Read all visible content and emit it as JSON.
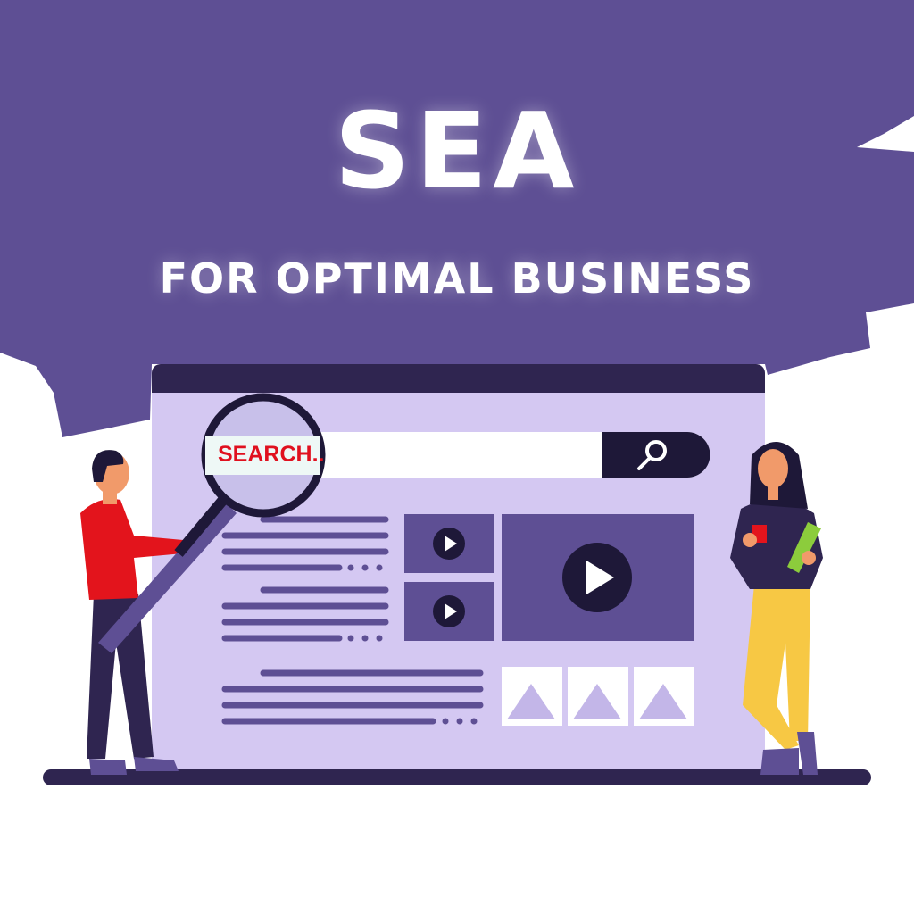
{
  "headline": "SEA",
  "subheadline": "FOR OPTIMAL BUSINESS",
  "search_bar": {
    "text": "SEARCH..",
    "button_icon": "search-icon"
  },
  "colors": {
    "brand_purple": "#5e4f94",
    "dark_purple": "#2f2550",
    "panel_lavender": "#d4c8f2",
    "search_text_red": "#e0101e",
    "shirt_red": "#e3141c",
    "pants_yellow": "#f7c844"
  },
  "icons": [
    "magnifying-glass-icon",
    "search-icon",
    "play-icon",
    "image-placeholder-icon"
  ]
}
